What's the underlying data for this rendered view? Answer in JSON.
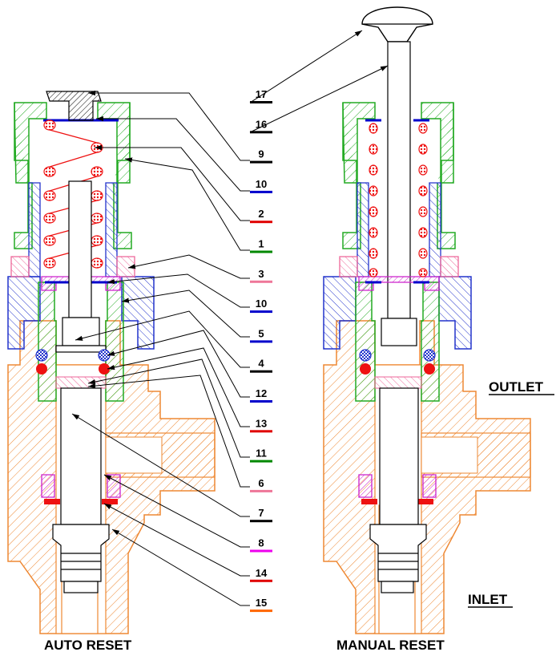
{
  "captions": {
    "auto_reset": "AUTO RESET",
    "manual_reset": "MANUAL RESET",
    "outlet": "OUTLET",
    "inlet": "INLET"
  },
  "parts": [
    {
      "number": "17",
      "color": "#000000"
    },
    {
      "number": "16",
      "color": "#000000"
    },
    {
      "number": "9",
      "color": "#000000"
    },
    {
      "number": "10",
      "color": "#0000cc"
    },
    {
      "number": "2",
      "color": "#e00000"
    },
    {
      "number": "1",
      "color": "#008800"
    },
    {
      "number": "3",
      "color": "#ee7799"
    },
    {
      "number": "10",
      "color": "#0000cc"
    },
    {
      "number": "5",
      "color": "#0000cc"
    },
    {
      "number": "4",
      "color": "#000000"
    },
    {
      "number": "12",
      "color": "#0000cc"
    },
    {
      "number": "13",
      "color": "#e00000"
    },
    {
      "number": "11",
      "color": "#008800"
    },
    {
      "number": "6",
      "color": "#ee7799"
    },
    {
      "number": "7",
      "color": "#000000"
    },
    {
      "number": "8",
      "color": "#ee00ee"
    },
    {
      "number": "14",
      "color": "#e00000"
    },
    {
      "number": "15",
      "color": "#ff6600"
    }
  ],
  "colors": {
    "body": "#ee8833",
    "bonnet": "#22aa22",
    "nut": "#2233cc",
    "spring": "#ee1111",
    "pink": "#ee6699",
    "magenta": "#cc22cc"
  }
}
